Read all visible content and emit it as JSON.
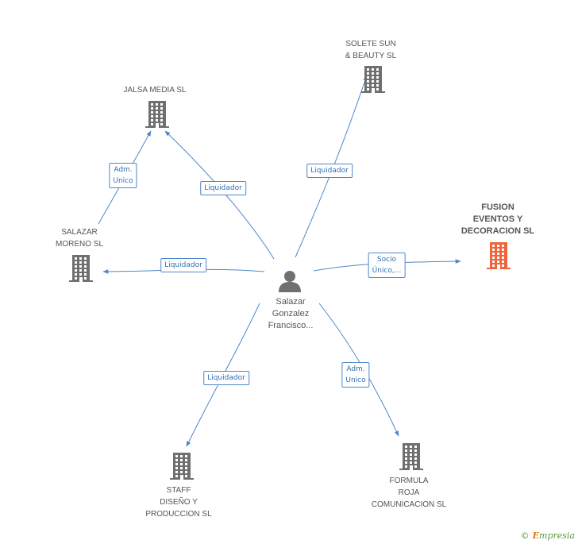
{
  "center": {
    "label": "Salazar\nGonzalez\nFrancisco..."
  },
  "nodes": [
    {
      "id": "jalsa",
      "label": "JALSA MEDIA SL",
      "highlight": false
    },
    {
      "id": "solete",
      "label": "SOLETE SUN\n& BEAUTY SL",
      "highlight": false
    },
    {
      "id": "fusion",
      "label": "FUSION\nEVENTOS Y\nDECORACION SL",
      "highlight": true
    },
    {
      "id": "salazar",
      "label": "SALAZAR\nMORENO  SL",
      "highlight": false
    },
    {
      "id": "staff",
      "label": "STAFF\nDISEÑO Y\nPRODUCCION SL",
      "highlight": false
    },
    {
      "id": "formula",
      "label": "FORMULA\nROJA\nCOMUNICACION SL",
      "highlight": false
    }
  ],
  "edges": [
    {
      "from": "center",
      "to": "jalsa",
      "label": "Liquidador"
    },
    {
      "from": "center",
      "to": "solete",
      "label": "Liquidador"
    },
    {
      "from": "center",
      "to": "fusion",
      "label": "Socio\nÚnico,..."
    },
    {
      "from": "center",
      "to": "salazar",
      "label": "Liquidador"
    },
    {
      "from": "center",
      "to": "staff",
      "label": "Liquidador"
    },
    {
      "from": "center",
      "to": "formula",
      "label": "Adm.\nUnico"
    },
    {
      "from": "salazar",
      "to": "jalsa",
      "label": "Adm.\nUnico"
    }
  ],
  "colors": {
    "edge": "#4f88c8",
    "building": "#6f6f6f",
    "highlight": "#f0643a",
    "person": "#707070"
  },
  "footer": {
    "copyright": "©",
    "brand_initial": "E",
    "brand_rest": "mpresia"
  }
}
